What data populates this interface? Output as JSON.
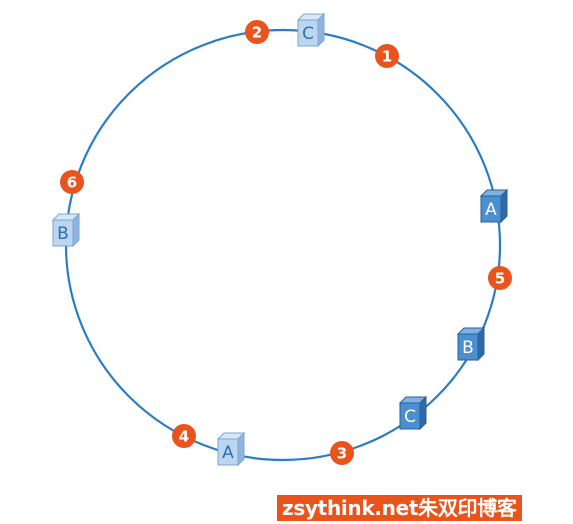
{
  "ring": {
    "color": "#2a7dc4"
  },
  "nodes": [
    {
      "id": "C-top",
      "label": "C",
      "style": "light"
    },
    {
      "id": "A-right",
      "label": "A",
      "style": "dark"
    },
    {
      "id": "B-right",
      "label": "B",
      "style": "dark"
    },
    {
      "id": "C-right",
      "label": "C",
      "style": "dark"
    },
    {
      "id": "A-bottom",
      "label": "A",
      "style": "light"
    },
    {
      "id": "B-left",
      "label": "B",
      "style": "light"
    }
  ],
  "keys": [
    {
      "label": "1"
    },
    {
      "label": "2"
    },
    {
      "label": "3"
    },
    {
      "label": "4"
    },
    {
      "label": "5"
    },
    {
      "label": "6"
    }
  ],
  "colors": {
    "badge": "#e8541b",
    "node_light_front": "#bcd6ee",
    "node_light_side": "#8fb5dc",
    "node_light_top": "#d8e8f6",
    "node_light_text": "#2f6fb5",
    "node_dark_front": "#4a8fd0",
    "node_dark_side": "#2e6aa8",
    "node_dark_top": "#7fb2e3",
    "node_dark_text": "#ffffff"
  },
  "watermark": {
    "text": "zsythink.net朱双印博客"
  }
}
